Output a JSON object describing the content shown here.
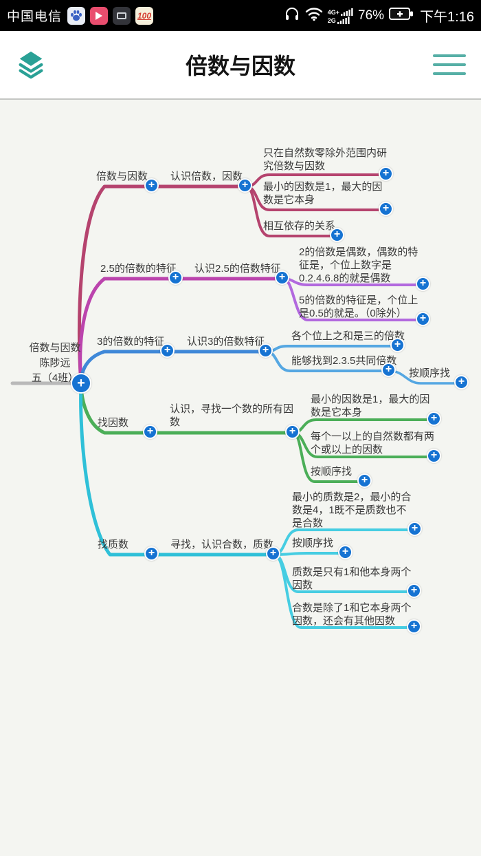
{
  "status_bar": {
    "carrier": "中国电信",
    "icon_100_text": "100",
    "network_top": "4G+",
    "network_bottom": "2G",
    "battery_percent": "76%",
    "time": "下午1:16"
  },
  "header": {
    "title": "倍数与因数"
  },
  "colors": {
    "accent_teal": "#2aa196",
    "node_blue": "#1673d2",
    "root_line_gray": "#b9b9b9"
  },
  "icons": {
    "node_expand": "plus-in-circle"
  },
  "mindmap": {
    "root": {
      "title": "倍数与因数",
      "author": "陈陟远",
      "class_name": "五（4班）"
    },
    "branches": [
      {
        "label": "倍数与因数",
        "sublabel": "认识倍数，因数",
        "color": "#b5436e",
        "child_color": "#b5436e",
        "children": [
          {
            "text": "只在自然数零除外范围内研究倍数与因数"
          },
          {
            "text": "最小的因数是1，最大的因数是它本身"
          },
          {
            "text": "相互依存的关系"
          }
        ]
      },
      {
        "label": "2.5的倍数的特征",
        "sublabel": "认识2.5的倍数特征",
        "color": "#bb44ad",
        "child_color": "#b269de",
        "children": [
          {
            "text": "2的倍数是偶数，偶数的特征是，个位上数字是0.2.4.6.8的就是偶数"
          },
          {
            "text": "5的倍数的特征是，个位上是0.5的就是。（0除外）"
          }
        ]
      },
      {
        "label": "3的倍数的特征",
        "sublabel": "认识3的倍数特征",
        "color": "#3f88d8",
        "child_color": "#55a7e2",
        "children": [
          {
            "text": "各个位上之和是三的倍数"
          },
          {
            "text": "能够找到2.3.5共同倍数",
            "children": [
              {
                "text": "按顺序找"
              }
            ]
          }
        ]
      },
      {
        "label": "找因数",
        "sublabel": "认识，寻找一个数的所有因数",
        "color": "#4bae58",
        "child_color": "#4bae58",
        "children": [
          {
            "text": "最小的因数是1，最大的因数是它本身"
          },
          {
            "text": "每个一以上的自然数都有两个或以上的因数"
          },
          {
            "text": "按顺序找"
          }
        ]
      },
      {
        "label": "找质数",
        "sublabel": "寻找，认识合数，质数",
        "color": "#2fc0d8",
        "child_color": "#46cde2",
        "children": [
          {
            "text": "最小的质数是2，最小的合数是4，1既不是质数也不是合数"
          },
          {
            "text": "按顺序找"
          },
          {
            "text": "质数是只有1和他本身两个因数"
          },
          {
            "text": "合数是除了1和它本身两个因数，还会有其他因数"
          }
        ]
      }
    ]
  }
}
